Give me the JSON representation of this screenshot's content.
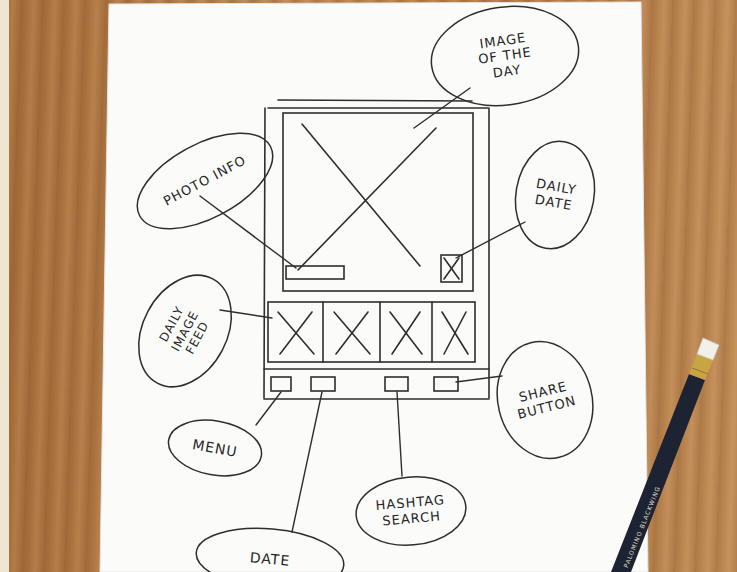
{
  "diagram": {
    "nodes": [
      {
        "text": [
          "IMAGE OF THE DAY"
        ]
      },
      {
        "text": [
          "PHOTO INFO"
        ]
      },
      {
        "text": [
          "DAILY DATE"
        ]
      },
      {
        "text": [
          "DAILY IMAGE FEED"
        ]
      },
      {
        "text": [
          "SHARE BUTTON"
        ]
      },
      {
        "text": [
          "MENU"
        ]
      },
      {
        "text": [
          "HASHTAG SEARCH"
        ]
      },
      {
        "text": [
          "DATE"
        ]
      }
    ],
    "labels": [
      "PALOMINO BLACKWING"
    ]
  }
}
